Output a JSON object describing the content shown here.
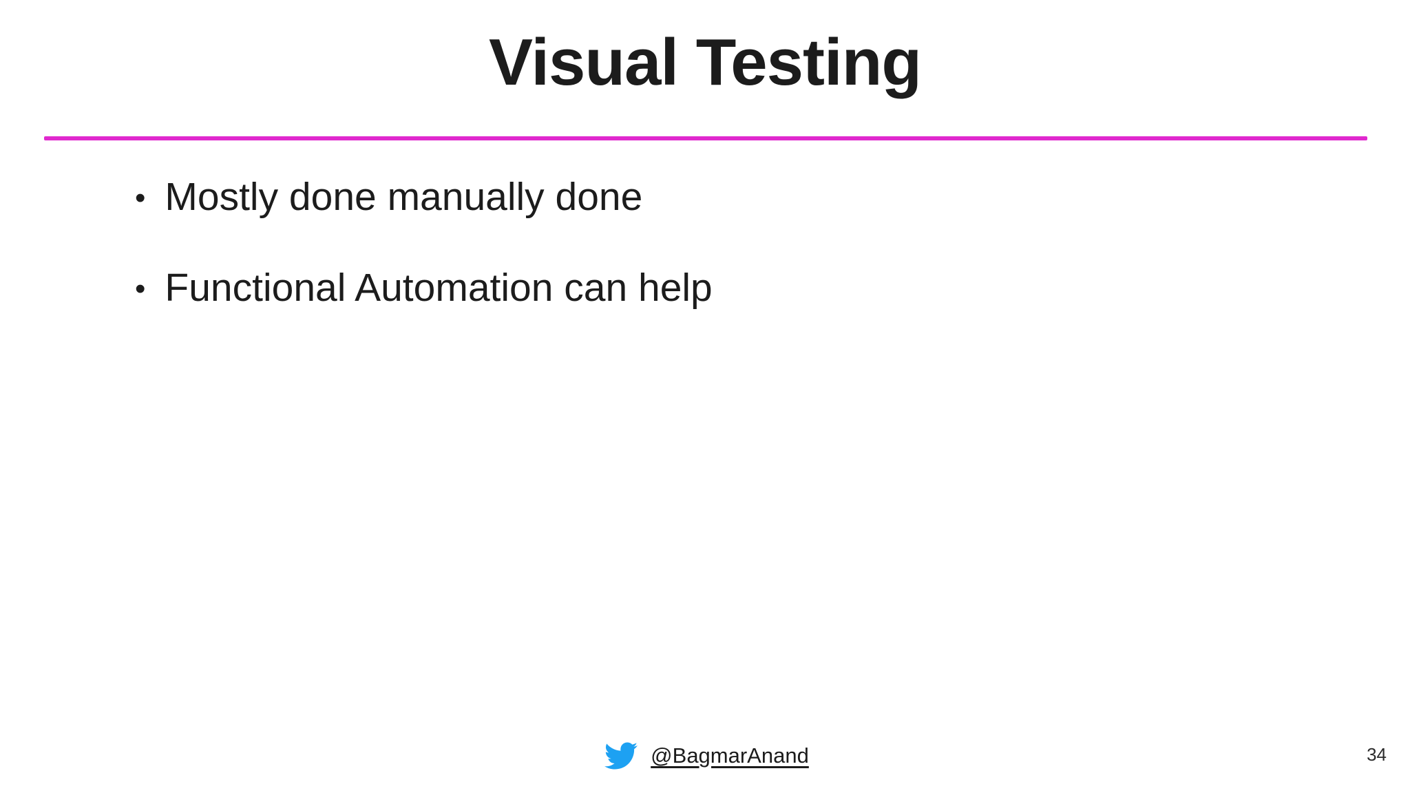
{
  "slide": {
    "title": "Visual Testing",
    "bullets": [
      "Mostly done manually done",
      "Functional Automation can help"
    ],
    "footer": {
      "twitter_icon": "twitter-bird-icon",
      "twitter_handle": "@BagmarAnand",
      "page_number": "34"
    },
    "colors": {
      "accent_line": "#E029CE",
      "twitter_blue": "#1DA1F2",
      "text": "#1C1C1C"
    }
  }
}
